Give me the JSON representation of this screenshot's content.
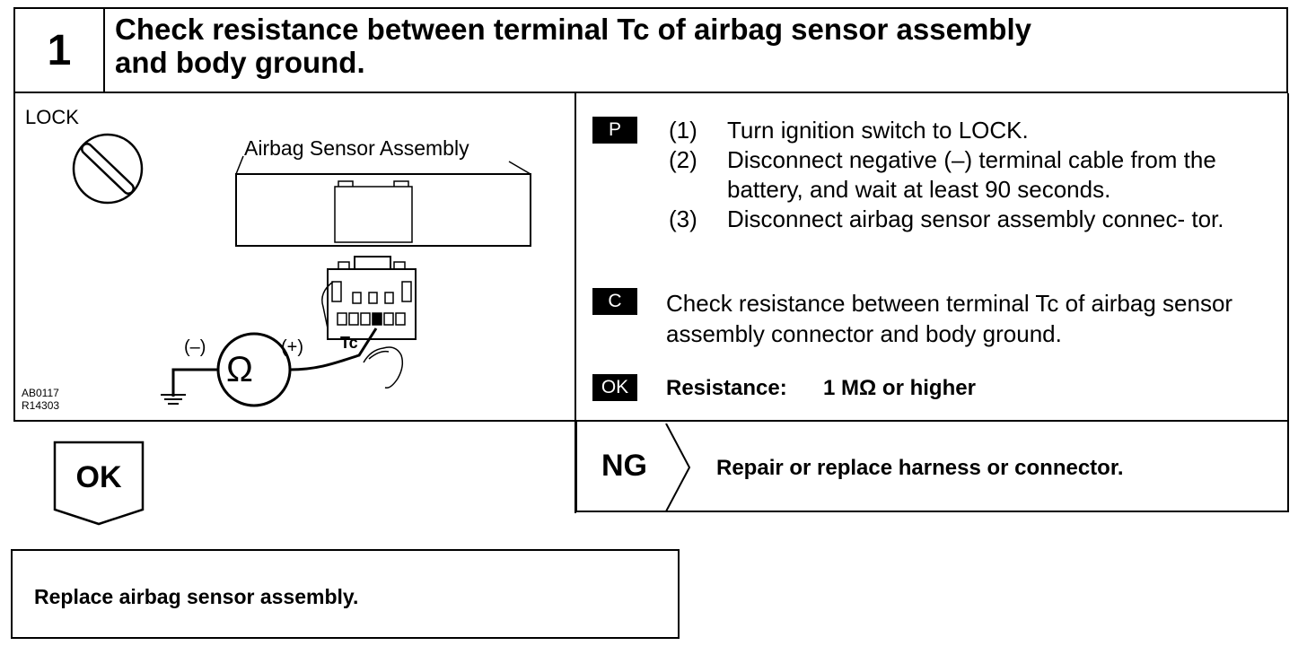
{
  "header": {
    "step_number": "1",
    "title_line1": "Check resistance between terminal Tc of airbag sensor assembly",
    "title_line2": "and body ground."
  },
  "illustration": {
    "lock_label": "LOCK",
    "sensor_label": "Airbag Sensor Assembly",
    "minus_label": "(–)",
    "plus_label": "(+)",
    "ohm_symbol": "Ω",
    "terminal_label": "Tc",
    "figure_id_1": "AB0117",
    "figure_id_2": "R14303"
  },
  "prepare": {
    "badge": "P",
    "steps": [
      {
        "num": "(1)",
        "text": "Turn ignition switch to LOCK."
      },
      {
        "num": "(2)",
        "text": "Disconnect negative (–) terminal cable from the battery, and wait at least 90 seconds."
      },
      {
        "num": "(3)",
        "text": "Disconnect airbag sensor assembly connec- tor."
      }
    ]
  },
  "check": {
    "badge": "C",
    "text": "Check resistance between terminal Tc of airbag sensor assembly connector and body ground."
  },
  "ok_spec": {
    "badge": "OK",
    "label": "Resistance:",
    "value": "1 MΩ or higher"
  },
  "ng": {
    "label": "NG",
    "action": "Repair or replace harness or connector."
  },
  "ok_branch": {
    "label": "OK",
    "action": "Replace airbag sensor assembly."
  }
}
